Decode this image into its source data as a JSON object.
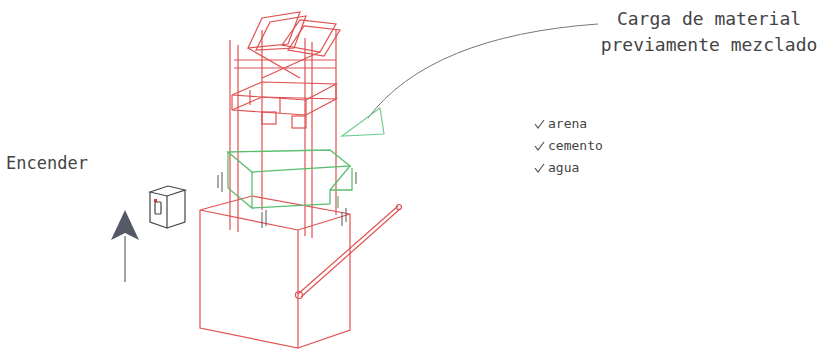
{
  "diagram": {
    "labels": [
      "Carga de material previamente mezclado",
      "arena",
      "cemento",
      "agua",
      "Encender"
    ]
  }
}
